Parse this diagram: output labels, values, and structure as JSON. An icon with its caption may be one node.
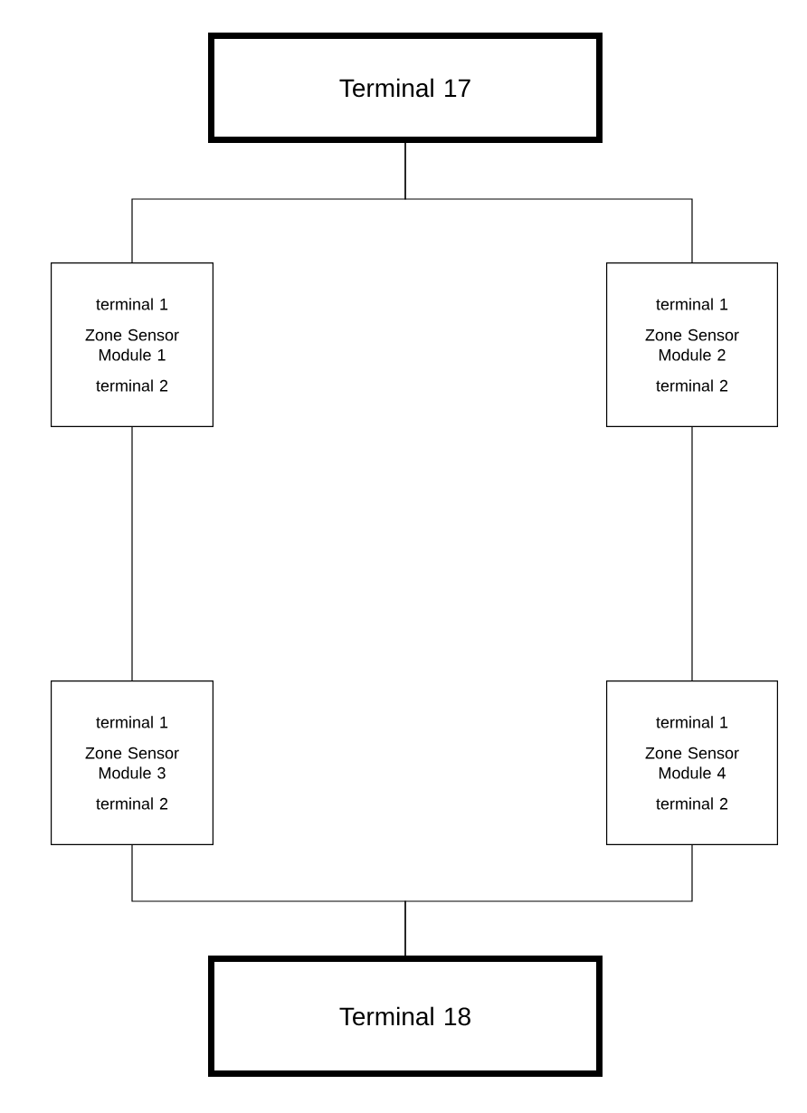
{
  "diagram": {
    "nodes": [
      {
        "text": [
          "Terminal 17"
        ]
      },
      {
        "text": [
          "terminal 1",
          "Zone Sensor Module 1",
          "terminal 2"
        ]
      },
      {
        "text": [
          "terminal 1",
          "Zone Sensor Module 2",
          "terminal 2"
        ]
      },
      {
        "text": [
          "terminal 1",
          "Zone Sensor Module 3",
          "terminal 2"
        ]
      },
      {
        "text": [
          "terminal 1",
          "Zone Sensor Module 4",
          "terminal 2"
        ]
      },
      {
        "text": [
          "Terminal 18"
        ]
      }
    ],
    "edges": [
      {
        "from": 0,
        "to": 1,
        "arrow": "none"
      },
      {
        "from": 0,
        "to": 2,
        "arrow": "none"
      },
      {
        "from": 1,
        "to": 3,
        "arrow": "none"
      },
      {
        "from": 2,
        "to": 4,
        "arrow": "none"
      },
      {
        "from": 3,
        "to": 5,
        "arrow": "none"
      },
      {
        "from": 4,
        "to": 5,
        "arrow": "none"
      }
    ]
  }
}
